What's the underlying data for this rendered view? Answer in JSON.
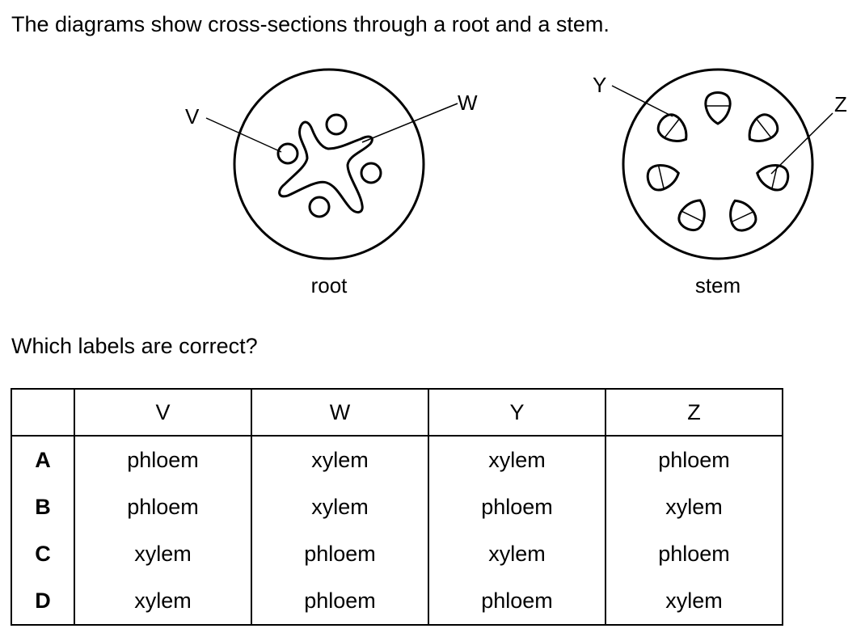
{
  "intro": "The diagrams show cross-sections through a root and a stem.",
  "question": "Which labels are correct?",
  "diagrams": {
    "root_caption": "root",
    "stem_caption": "stem",
    "labels": {
      "v": "V",
      "w": "W",
      "y": "Y",
      "z": "Z"
    }
  },
  "table": {
    "headers": [
      "",
      "V",
      "W",
      "Y",
      "Z"
    ],
    "rows": [
      [
        "A",
        "phloem",
        "xylem",
        "xylem",
        "phloem"
      ],
      [
        "B",
        "phloem",
        "xylem",
        "phloem",
        "xylem"
      ],
      [
        "C",
        "xylem",
        "phloem",
        "xylem",
        "phloem"
      ],
      [
        "D",
        "xylem",
        "phloem",
        "phloem",
        "xylem"
      ]
    ]
  }
}
